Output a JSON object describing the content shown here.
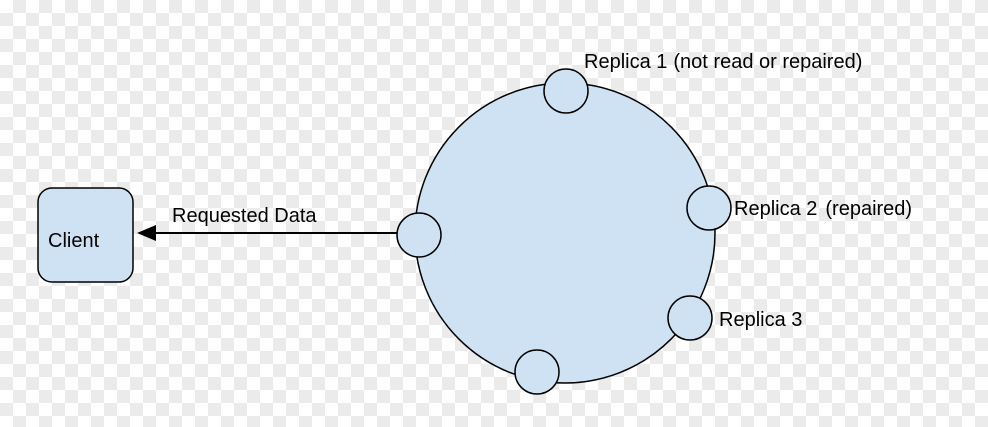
{
  "colors": {
    "node_fill": "#cfe2f3",
    "outline": "#000000"
  },
  "client": {
    "label": "Client"
  },
  "arrow": {
    "label": "Requested Data"
  },
  "labels": {
    "replica1": "Replica 1",
    "replica1_note": "(not read or repaired)",
    "replica2": "Replica 2",
    "replica2_note": "(repaired)",
    "replica3": "Replica 3"
  }
}
